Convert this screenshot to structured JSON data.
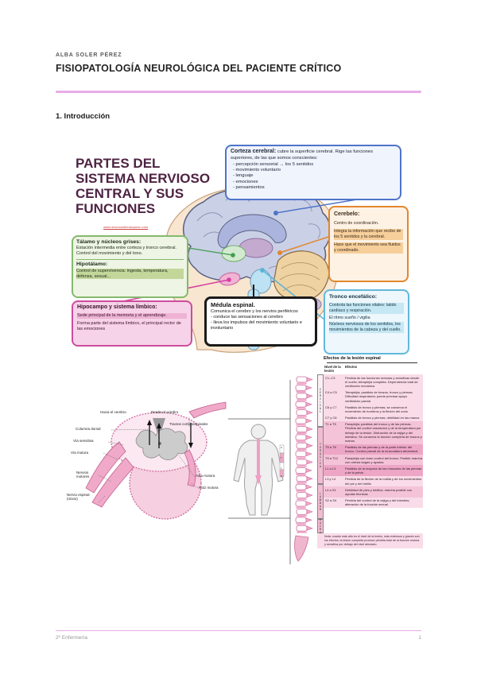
{
  "page": {
    "author": "ALBA SOLER PÉREZ",
    "title": "FISIOPATOLOGÍA NEUROLÓGICA DEL PACIENTE CRÍTICO",
    "section_heading": "1. Introducción",
    "footer_left": "2º Enfermería",
    "page_number": "1",
    "accent_color": "#e8abe9"
  },
  "figure1": {
    "heading_lines": [
      "PARTES DEL",
      "SISTEMA NERVIOSO",
      "CENTRAL Y SUS",
      "FUNCIONES"
    ],
    "source_url": "www.recursosdeeducacion.com",
    "boxes": {
      "corteza": {
        "title": "Corteza cerebral:",
        "intro": "cubre la superficie cerebral. Rige las funciones superiores, de las que somos conscientes:",
        "bullets": [
          "- percepción sensorial → los 5 sentidos",
          "- movimiento voluntario",
          "- lenguaje",
          "- emociones",
          "- pensamientos"
        ],
        "border_color": "#4f74c9"
      },
      "cerebelo": {
        "title": "Cerebelo:",
        "p1": "Centro de coordinación.",
        "p2": "Integra la información que recibe de los 5 sentidos y la cerebral.",
        "p3": "Hace que el movimiento sea fluidos y coordinado.",
        "border_color": "#e2872f"
      },
      "talamo": {
        "title": "Tálamo y núcleos grises:",
        "l1": "Estación intermedia entre corteza y tronco cerebral.",
        "l2": "Control del movimiento y del tono.",
        "border_color": "#85b96d"
      },
      "hipotalamo": {
        "title": "Hipotálamo:",
        "l1": "Control de supervivencia: ingesta, temperatura, defensa, sexual..."
      },
      "hipocampo": {
        "title": "Hipocampo y sistema límbico:",
        "p1": "Sede principal de la memoria y el aprendizaje.",
        "p2": "Forma parte del sistema límbico, el principal rector de las emociones",
        "border_color": "#cc4d9e"
      },
      "medula": {
        "title": "Médula espinal.",
        "intro": "Comunica el cerebro y los nervios periféricos",
        "bullets": [
          "- conduce las sensaciones al cerebro",
          "- lleva los impulsos del movimiento voluntario e involuntario"
        ],
        "border_color": "#1a1a1a"
      },
      "tronco": {
        "title": "Tronco encefálico:",
        "p1": "Controla las funciones vitales: latido cardíaco y respiración.",
        "p2": "El ritmo sueño / vigilia",
        "p3": "Núcleos nerviosos de los sentidos, los movimientos de la cabeza y del cuello.",
        "border_color": "#62b8dc"
      }
    }
  },
  "figure2": {
    "cross_section": {
      "to_brain": "Hacia el cerebro",
      "from_brain": "Desde el cerebro",
      "dorsal_column": "Columna dorsal",
      "sensory_path": "Vía sensitiva",
      "motor_path": "Vía motora",
      "motor_nerves": "Nervios motores",
      "spinal_nerve": "Nervio espinal (mixto)",
      "corticospinal": "Tractos corticoespinales",
      "anterior_horn": "Asta motora",
      "motor_root": "Raíz motora"
    },
    "body_scale": [
      "C",
      "T",
      "L",
      "S"
    ],
    "table": {
      "title": "Efectos de la lesión espinal",
      "col_level": "Nivel de la lesión",
      "col_effects": "Efectos",
      "regions": [
        "CERVICAL",
        "TORÁCICA",
        "LUMBAR",
        "SACRA"
      ],
      "rows": [
        {
          "level": "C1–C3",
          "effect": "Pérdida de las funciones motoras y sensitivas desde el cuello; tetraplejia completa. Dependencia total de ventilación mecánica"
        },
        {
          "level": "C4 a C5",
          "effect": "Tetraplejia; parálisis de brazos, tronco y piernas. Dificultad respiratoria; puede precisar apoyo ventilatorio parcial"
        },
        {
          "level": "C6 y C7",
          "effect": "Parálisis de tronco y piernas; se conserva el movimiento de hombros y la flexión del codo"
        },
        {
          "level": "C7 y C8",
          "effect": "Parálisis de tronco y piernas; debilidad en las manos"
        },
        {
          "level": "T1 a T5",
          "effect": "Paraplejia; parálisis del tronco y de las piernas. Pérdida del control vasomotor y de la temperatura por debajo de la lesión. Disfunción de la vejiga y del intestino. Se conserva la función completa de brazos y manos"
        },
        {
          "level": "T5 a T8",
          "effect": "Parálisis de las piernas y de la parte inferior del tronco. Control parcial de la musculatura abdominal"
        },
        {
          "level": "T9 a T12",
          "effect": "Paraplejia con buen control del tronco. Posible marcha con ortesis largas y ayudas"
        },
        {
          "level": "L1 a L3",
          "effect": "Parálisis de la mayoría de los músculos de las piernas y de la pelvis"
        },
        {
          "level": "L3 y L4",
          "effect": "Pérdida de la flexión de la rodilla y de los movimientos del pie y del tobillo"
        },
        {
          "level": "L4 a S1",
          "effect": "Debilidad de pies y tobillos; marcha posible con ayudas técnicas"
        },
        {
          "level": "S2 a S4",
          "effect": "Pérdida del control de la vejiga y del intestino; alteración de la función sexual"
        }
      ],
      "footnote": "Nota: cuanto más alto es el nivel de la lesión, más extensos y graves son los efectos; la lesión completa produce pérdida total de la función motora y sensitiva por debajo del nivel afectado."
    }
  }
}
